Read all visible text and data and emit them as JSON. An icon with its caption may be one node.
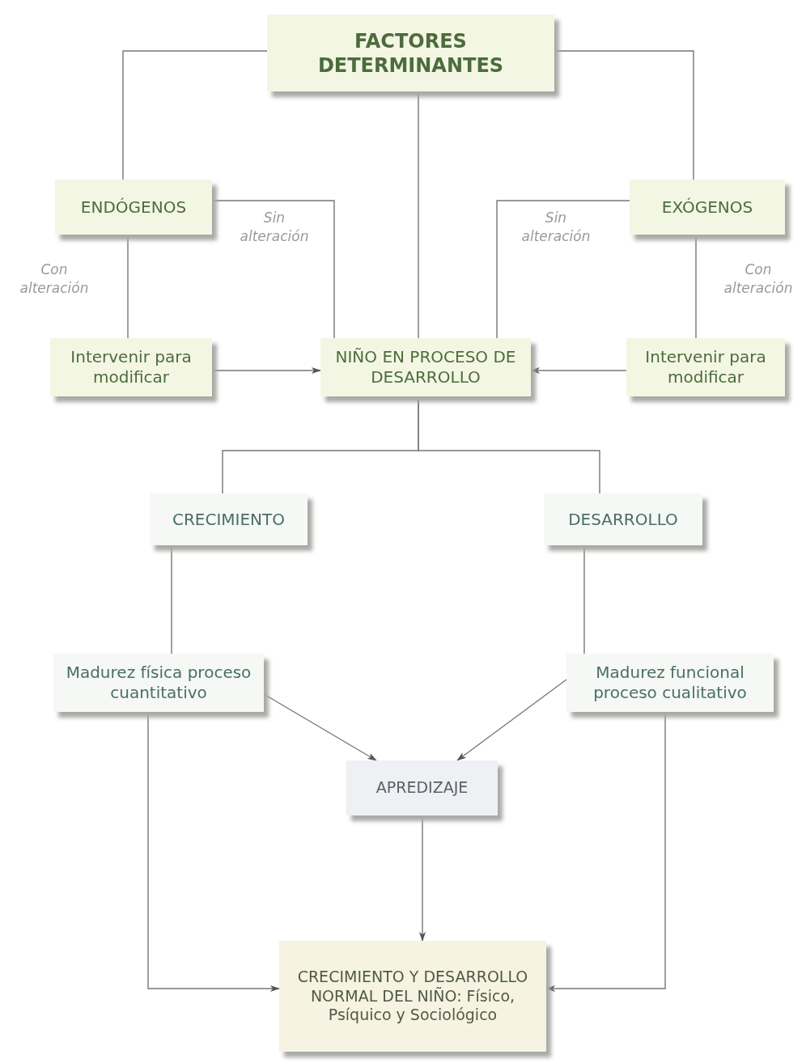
{
  "diagram": {
    "nodes": [
      {
        "text": [
          "FACTORES DETERMINANTES"
        ]
      },
      {
        "text": [
          "ENDÓGENOS"
        ]
      },
      {
        "text": [
          "EXÓGENOS"
        ]
      },
      {
        "text": [
          "Intervenir para modificar"
        ]
      },
      {
        "text": [
          "NIÑO EN PROCESO DE DESARROLLO"
        ]
      },
      {
        "text": [
          "Intervenir para modificar"
        ]
      },
      {
        "text": [
          "CRECIMIENTO"
        ]
      },
      {
        "text": [
          "DESARROLLO"
        ]
      },
      {
        "text": [
          "Madurez física proceso cuantitativo"
        ]
      },
      {
        "text": [
          "Madurez funcional proceso cualitativo"
        ]
      },
      {
        "text": [
          "APREDIZAJE"
        ]
      },
      {
        "text": [
          "CRECIMIENTO Y DESARROLLO NORMAL DEL NIÑO: Físico, Psíquico y Sociológico"
        ]
      }
    ],
    "edges": [
      {
        "from": 0,
        "to": 1,
        "arrow": "none"
      },
      {
        "from": 0,
        "to": 2,
        "arrow": "none"
      },
      {
        "from": 0,
        "to": 4,
        "arrow": "none"
      },
      {
        "from": 1,
        "to": 4,
        "arrow": "none",
        "label": "Sin alteración"
      },
      {
        "from": 2,
        "to": 4,
        "arrow": "none",
        "label": "Sin alteración"
      },
      {
        "from": 1,
        "to": 3,
        "arrow": "none",
        "label": "Con alteración"
      },
      {
        "from": 2,
        "to": 5,
        "arrow": "none",
        "label": "Con alteración"
      },
      {
        "from": 3,
        "to": 4,
        "arrow": "to"
      },
      {
        "from": 5,
        "to": 4,
        "arrow": "to"
      },
      {
        "from": 4,
        "to": 6,
        "arrow": "none"
      },
      {
        "from": 4,
        "to": 7,
        "arrow": "none"
      },
      {
        "from": 6,
        "to": 8,
        "arrow": "none"
      },
      {
        "from": 7,
        "to": 9,
        "arrow": "none"
      },
      {
        "from": 8,
        "to": 10,
        "arrow": "to"
      },
      {
        "from": 9,
        "to": 10,
        "arrow": "to"
      },
      {
        "from": 10,
        "to": 11,
        "arrow": "to"
      },
      {
        "from": 8,
        "to": 11,
        "arrow": "to"
      },
      {
        "from": 9,
        "to": 11,
        "arrow": "to"
      }
    ]
  }
}
